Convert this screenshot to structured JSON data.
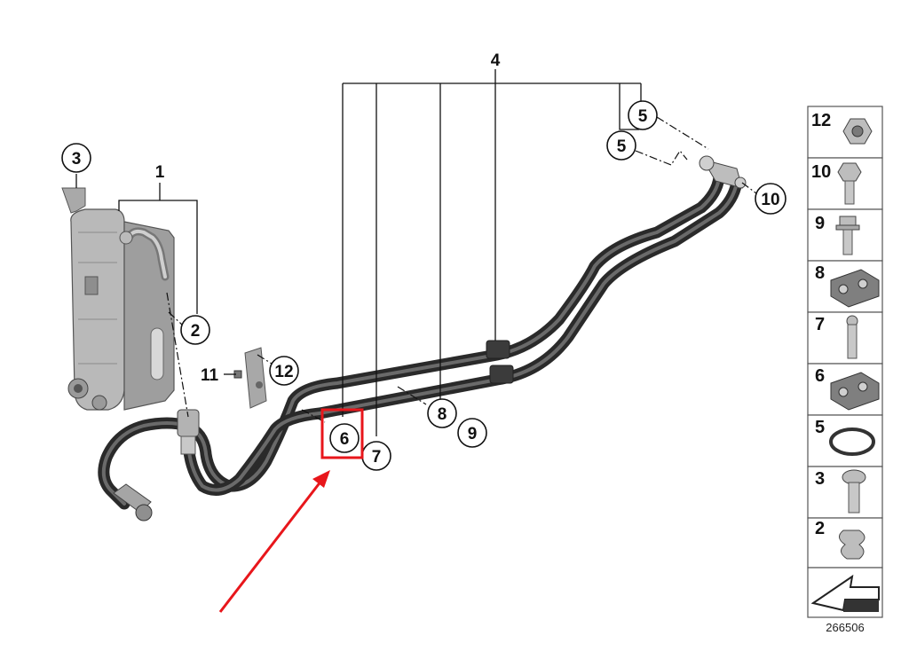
{
  "diagram": {
    "callouts": {
      "c3_top": "3",
      "c2": "2",
      "c12_bracket": "12",
      "c5_upper": "5",
      "c5_lower": "5",
      "c10": "10",
      "c8": "8",
      "c9": "9",
      "c6": "6",
      "c7": "7"
    },
    "labels": {
      "l1": "1",
      "l4": "4",
      "l11": "11"
    },
    "legend": {
      "items": [
        "12",
        "10",
        "9",
        "8",
        "7",
        "6",
        "5",
        "3",
        "2"
      ]
    },
    "diagram_id": "266506",
    "colors": {
      "highlight": "#e8161b",
      "hose": "#2a2a2a",
      "part": "#9a9a9a"
    }
  }
}
